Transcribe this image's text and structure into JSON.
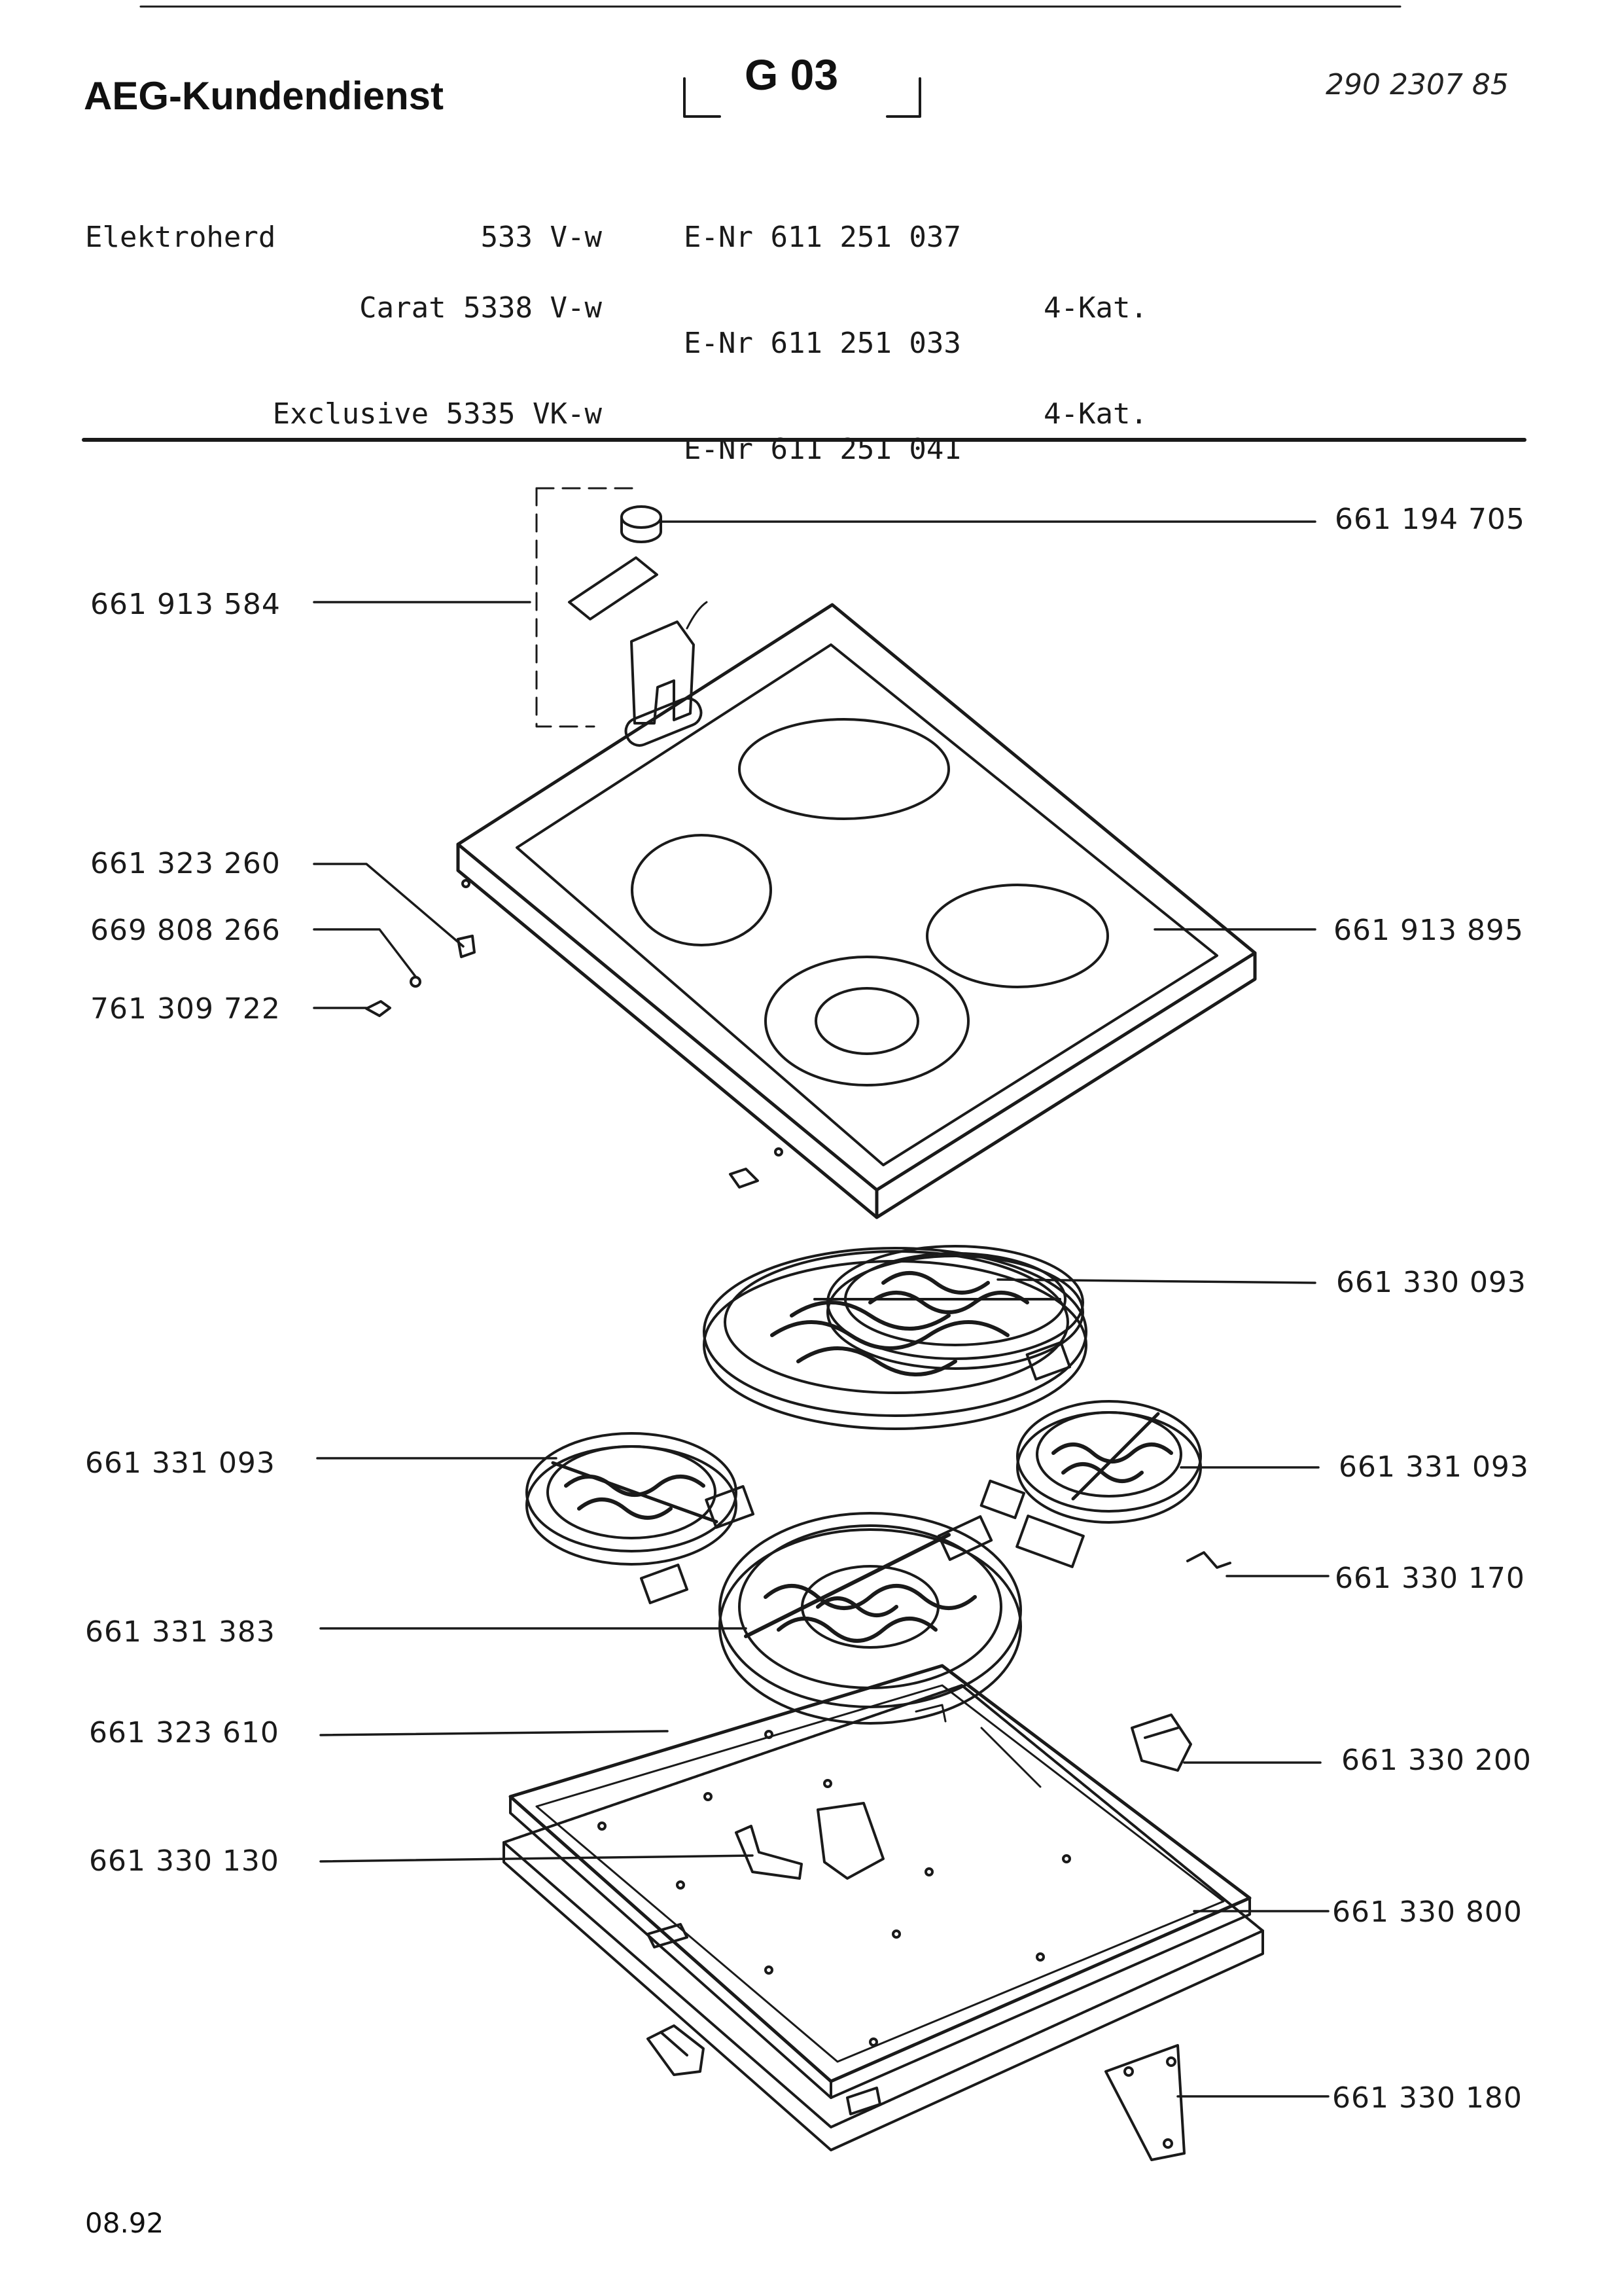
{
  "header": {
    "brand": "AEG-Kundendienst",
    "group_code": "G 03",
    "document_number": "290 2307 85"
  },
  "models": [
    {
      "product": "Elektroherd",
      "name": "",
      "model": "533 V-w",
      "enr": "E-Nr 611 251 037",
      "category": ""
    },
    {
      "product": "",
      "name": "Carat",
      "model": "5338 V-w",
      "enr": "E-Nr 611 251 033",
      "category": "4-Kat."
    },
    {
      "product": "",
      "name": "Exclusive",
      "model": "5335 VK-w",
      "enr": "E-Nr 611 251 041",
      "category": "4-Kat."
    }
  ],
  "parts": {
    "knob_cap": "661 194 705",
    "control_knob_assembly": "661 913 584",
    "screw": "661 323 260",
    "clip": "669 808 266",
    "bolt": "761 309 722",
    "ceramic_hob": "661 913 895",
    "large_heating_element": "661 330 093",
    "left_heating_element": "661 331 093",
    "right_heating_element": "661 331 093",
    "bracket_right": "661 330 170",
    "dual_ring_element": "661 331 383",
    "support_tray": "661 323 610",
    "terminal_block": "661 330 200",
    "tray_clip": "661 330 130",
    "frame": "661 330 800",
    "mounting_plate": "661 330 180"
  },
  "footer": {
    "date_code": "08.92"
  }
}
